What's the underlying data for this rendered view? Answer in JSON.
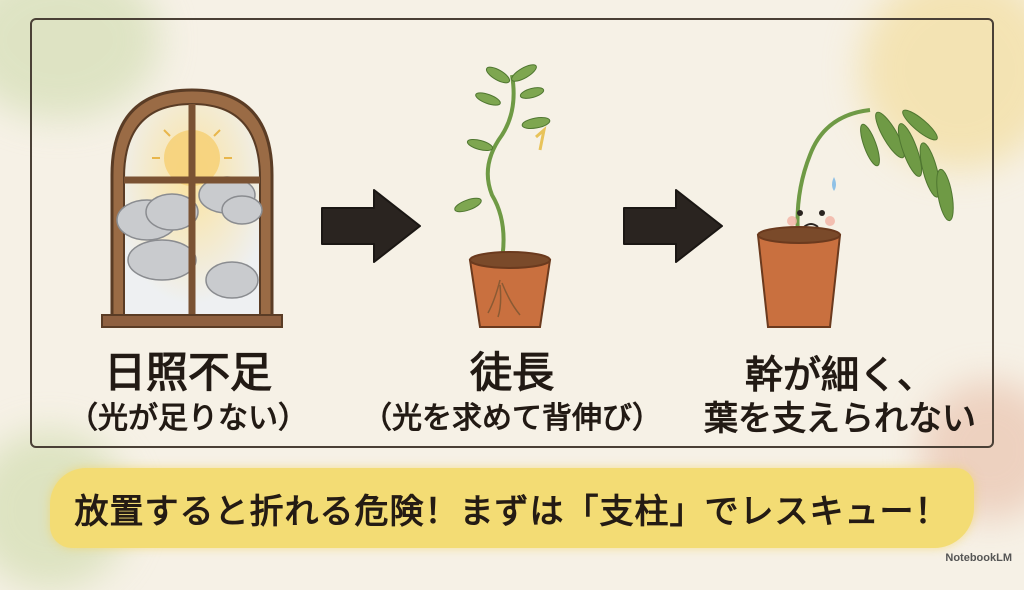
{
  "steps": [
    {
      "title": "日照不足",
      "subtitle": "（光が足りない）"
    },
    {
      "title": "徒長",
      "subtitle": "（光を求めて背伸び）"
    },
    {
      "title": "幹が細く、",
      "subtitle": "葉を支えられない"
    }
  ],
  "banner": {
    "text": "放置すると折れる危険！まずは「支柱」でレスキュー！"
  },
  "credit": {
    "text": "NotebookLM"
  },
  "icons": [
    "window-icon",
    "arrow-right-icon",
    "leggy-plant-icon",
    "drooping-plant-icon"
  ],
  "colors": {
    "banner": "#f3dc74",
    "arrow": "#2a2420",
    "pot": "#c9703f",
    "leaf": "#6f9a45"
  }
}
